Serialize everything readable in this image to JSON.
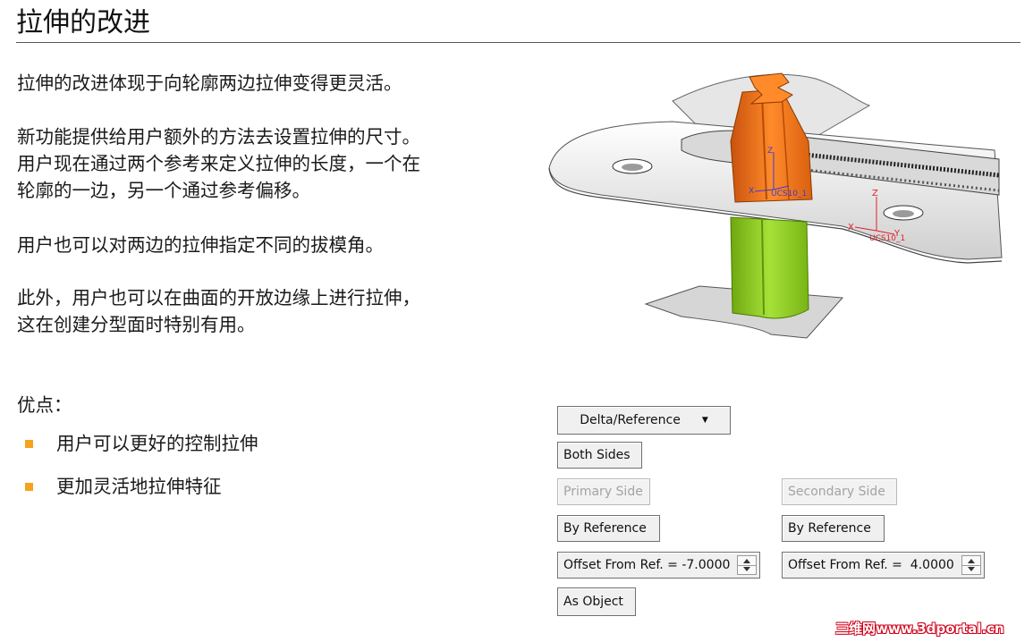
{
  "title": "拉伸的改进",
  "paragraphs": [
    [
      "拉伸的改进体现于向轮廓两边拉伸变得更灵活。"
    ],
    [
      "新功能提供给用户额外的方法去设置拉伸的尺寸。",
      "用户现在通过两个参考来定义拉伸的长度，一个在",
      "轮廓的一边，另一个通过参考偏移。"
    ],
    [
      "用户也可以对两边的拉伸指定不同的拔模角。"
    ],
    [
      "此外，用户也可以在曲面的开放边缘上进行拉伸，",
      "这在创建分型面时特别有用。"
    ]
  ],
  "advantages": {
    "heading": "优点：",
    "items": [
      "用户可以更好的控制拉伸",
      "更加灵活地拉伸特征"
    ]
  },
  "cad_figure": {
    "labels": {
      "ucs_left": "UCS10_1",
      "ucs_right": "UCS10_1",
      "axis_z": "Z",
      "axis_x": "X",
      "axis_y": "Y"
    },
    "colors": {
      "extrusion_top": "#f47a20",
      "extrusion_bottom": "#8ed11e",
      "body": "#f2f2f2",
      "axis": "#e0202a",
      "axis_alt": "#3c3cd8"
    }
  },
  "panel": {
    "dropdown_value": "Delta/Reference",
    "both_sides": "Both Sides",
    "primary_side": "Primary Side",
    "secondary_side": "Secondary Side",
    "by_reference_left": "By Reference",
    "by_reference_right": "By Reference",
    "offset_left": "Offset From Ref. = -7.0000",
    "offset_right": "Offset From Ref. =  4.0000",
    "as_object": "As Object"
  },
  "watermark": "三维网www.3dportal.cn",
  "colors": {
    "bullet": "#f6a21c",
    "watermark": "#d0021b"
  }
}
